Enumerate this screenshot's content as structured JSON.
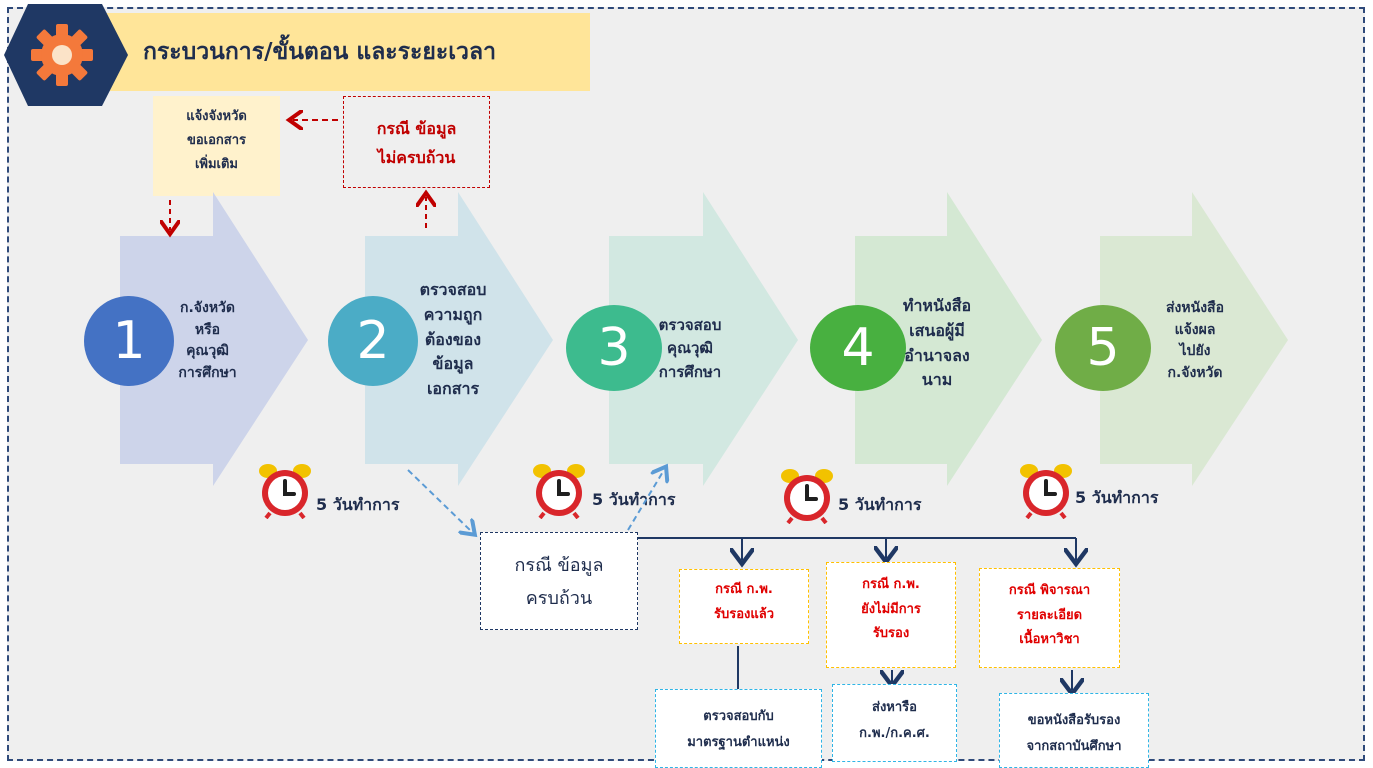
{
  "header": {
    "title": "กระบวนการ/ขั้นตอน และระยะเวลา",
    "icon": "gear-icon"
  },
  "notice": {
    "lines": [
      "แจ้งจังหวัด",
      "ขอเอกสาร",
      "เพิ่มเติม"
    ]
  },
  "incomplete_case": {
    "lines": [
      "กรณี ข้อมูล",
      "ไม่ครบถ้วน"
    ]
  },
  "steps": [
    {
      "number": "1",
      "color": "#4472c4",
      "lines": [
        "ก.จังหวัด",
        "หรือ",
        "คุณวุฒิ",
        "การศึกษา"
      ]
    },
    {
      "number": "2",
      "color": "#4bacc6",
      "lines": [
        "ตรวจสอบ",
        "ความถูก",
        "ต้องของ",
        "ข้อมูล",
        "เอกสาร"
      ]
    },
    {
      "number": "3",
      "color": "#3dbb8e",
      "lines": [
        "ตรวจสอบ",
        "คุณวุฒิ",
        "การศึกษา"
      ]
    },
    {
      "number": "4",
      "color": "#48b040",
      "lines": [
        "ทำหนังสือ",
        "เสนอผู้มี",
        "อำนาจลง",
        "นาม"
      ]
    },
    {
      "number": "5",
      "color": "#70ad47",
      "lines": [
        "ส่งหนังสือ",
        "แจ้งผล",
        "ไปยัง",
        "ก.จังหวัด"
      ]
    }
  ],
  "durations": [
    "5 วันทำการ",
    "5 วันทำการ",
    "5 วันทำการ",
    "5 วันทำการ"
  ],
  "complete_case": {
    "lines": [
      "กรณี ข้อมูล",
      "ครบถ้วน"
    ]
  },
  "branches": [
    {
      "condition": [
        "กรณี ก.พ.",
        "รับรองแล้ว"
      ],
      "action": [
        "ตรวจสอบกับ",
        "มาตรฐานตำแหน่ง"
      ]
    },
    {
      "condition": [
        "กรณี ก.พ.",
        "ยังไม่มีการ",
        "รับรอง"
      ],
      "action": [
        "ส่งหารือ",
        "ก.พ./ก.ค.ศ."
      ]
    },
    {
      "condition": [
        "กรณี พิจารณา",
        "รายละเอียด",
        "เนื้อหาวิชา"
      ],
      "action": [
        "ขอหนังสือรับรอง",
        "จากสถาบันศึกษา"
      ]
    }
  ],
  "colors": {
    "navy": "#1f2d4d",
    "red_dashed": "#c00000",
    "orange_dashed": "#ffc000",
    "cyan_dashed": "#2fb5e6",
    "banner": "#ffe599",
    "gear": "#f4793b"
  }
}
